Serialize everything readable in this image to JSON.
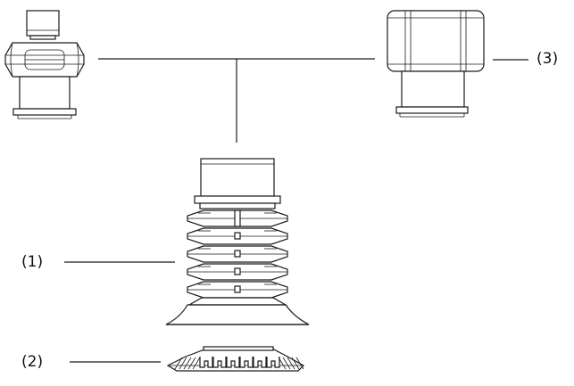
{
  "callouts": {
    "item1": "(1)",
    "item2": "(2)",
    "item3": "(3)"
  },
  "colors": {
    "line": "#1a1a1a",
    "background": "#ffffff"
  }
}
